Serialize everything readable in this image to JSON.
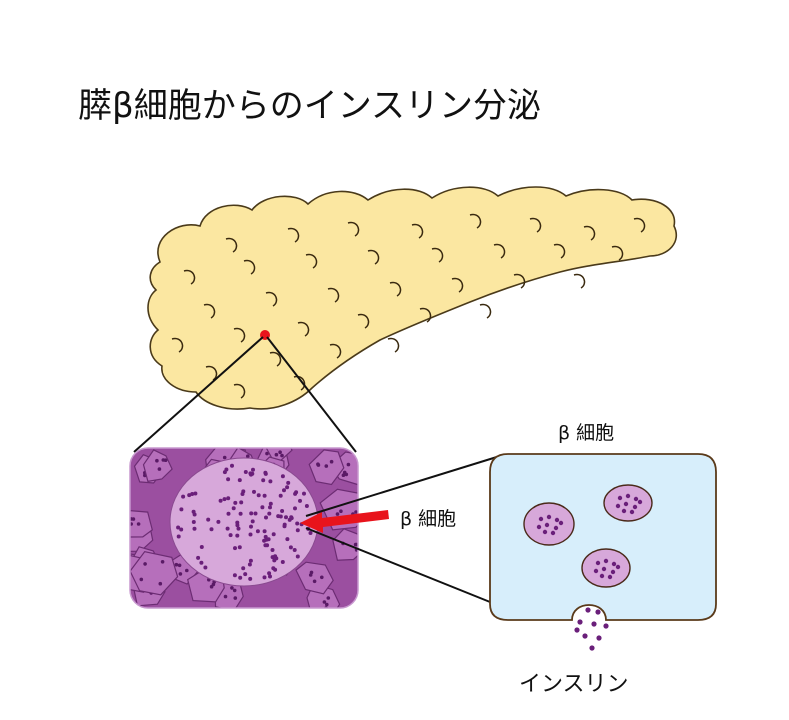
{
  "title": "膵β細胞からのインスリン分泌",
  "labels": {
    "beta_cell_arrow": "β 細胞",
    "beta_cell_enlarged": "β 細胞",
    "insulin": "インスリン"
  },
  "colors": {
    "pancreas_fill": "#fbe7a1",
    "pancreas_stroke": "#4a3a1a",
    "tissue_dark": "#9b4fa0",
    "tissue_light": "#c898cf",
    "granule": "#6a1f7a",
    "cell_fill": "#d7eefb",
    "marker": "#e8141c"
  },
  "icons": [
    "pancreas-illustration",
    "islet-tissue-illustration",
    "beta-cell-illustration",
    "red-arrow-icon"
  ]
}
